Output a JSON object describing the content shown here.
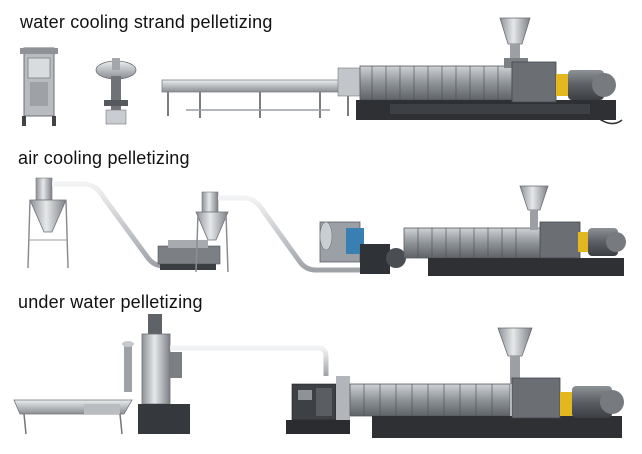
{
  "sections": [
    {
      "caption": "water cooling strand pelletizing"
    },
    {
      "caption": "air cooling pelletizing"
    },
    {
      "caption": "under water pelletizing"
    }
  ],
  "colors": {
    "machine_body": "#9ea3a8",
    "machine_dark": "#2b2d30",
    "steel_light": "#d6d9dc",
    "gearbox": "#55585c",
    "motor": "#6b6f73",
    "accent_yellow": "#e3b81f"
  }
}
